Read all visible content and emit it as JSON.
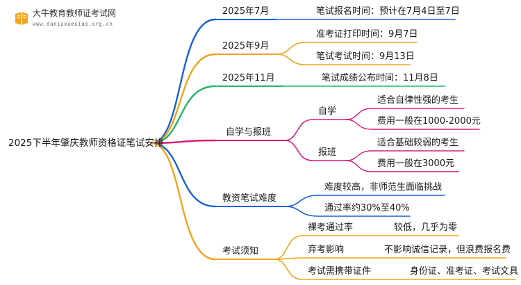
{
  "logo": {
    "title": "大牛教育教师证考试网",
    "subtitle": "www.daniuxuexiao.org.cn"
  },
  "root": {
    "label": "2025下半年肇庆教师资格证笔试安排"
  },
  "branches": [
    {
      "label": "2025年7月",
      "color": "#1a5fd6",
      "children": [
        {
          "label": "笔试报名时间：预计在7月4日至7日"
        }
      ]
    },
    {
      "label": "2025年9月",
      "color": "#f2a31a",
      "children": [
        {
          "label": "准考证打印时间：9月7日"
        },
        {
          "label": "笔试考试时间：9月13日"
        }
      ]
    },
    {
      "label": "2025年11月",
      "color": "#25b46a",
      "children": [
        {
          "label": "笔试成绩公布时间：11月8日"
        }
      ]
    },
    {
      "label": "自学与报班",
      "color": "#d81b7a",
      "children": [
        {
          "label": "自学",
          "children": [
            {
              "label": "适合自律性强的考生"
            },
            {
              "label": "费用一般在1000-2000元"
            }
          ]
        },
        {
          "label": "报班",
          "children": [
            {
              "label": "适合基础较弱的考生"
            },
            {
              "label": "费用一般在3000元"
            }
          ]
        }
      ]
    },
    {
      "label": "教资笔试难度",
      "color": "#1a5fd6",
      "children": [
        {
          "label": "难度较高，非师范生面临挑战"
        },
        {
          "label": "通过率约30%至40%"
        }
      ]
    },
    {
      "label": "考试须知",
      "color": "#f2a31a",
      "children": [
        {
          "label": "裸考通过率",
          "children": [
            {
              "label": "较低，几乎为零"
            }
          ]
        },
        {
          "label": "弃考影响",
          "children": [
            {
              "label": "不影响诚信记录，但浪费报名费"
            }
          ]
        },
        {
          "label": "考试需携带证件",
          "children": [
            {
              "label": "身份证、准考证、考试文具"
            }
          ]
        }
      ]
    }
  ]
}
